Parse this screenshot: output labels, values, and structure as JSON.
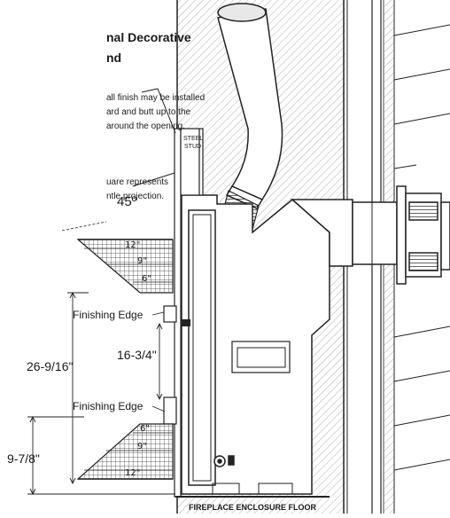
{
  "heading": {
    "line1": "nal Decorative",
    "line2": "nd"
  },
  "note_wall": {
    "line1": "all finish may be installed",
    "line2": "ard and butt up to the",
    "line3": "around the opening."
  },
  "note_square": {
    "line1": "uare represents",
    "line2": "ntle projection."
  },
  "angle_label": "45º",
  "stud_label": {
    "line1": "STEEL",
    "line2": "STUD"
  },
  "upper_mantel": {
    "dims": [
      "12\"",
      "9\"",
      "6\""
    ]
  },
  "lower_mantel": {
    "dims": [
      "6\"",
      "9\"",
      "12\""
    ]
  },
  "finishing_edge_top": "Finishing Edge",
  "finishing_edge_bottom": "Finishing Edge",
  "dim_16_3_4": "16-3/4\"",
  "dim_26_9_16": "26-9/16\"",
  "dim_9_7_8": "9-7/8\"",
  "floor_label": "FIREPLACE ENCLOSURE FLOOR"
}
